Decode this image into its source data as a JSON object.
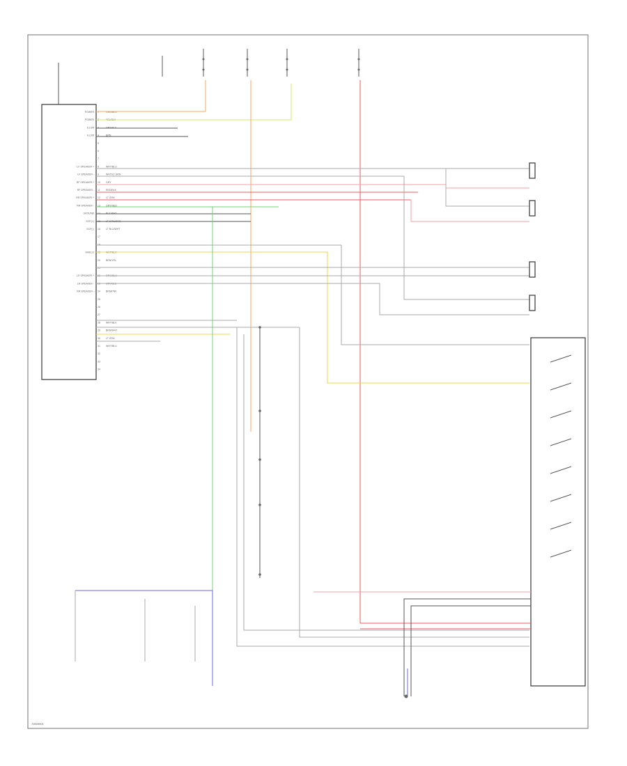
{
  "diagram": {
    "figure_id": "70009901",
    "colors": {
      "red": "#f05a5a",
      "pink": "#f4a0a8",
      "orange": "#f4a860",
      "yellow": "#e8d84a",
      "yellow_green": "#cde86a",
      "green": "#74d474",
      "blue": "#6a6ae8",
      "gray": "#a8a8a8",
      "black": "#555555"
    },
    "radio_pins": [
      "POWER",
      "POWER",
      "ILLUM",
      "ILLUM",
      "",
      "",
      "",
      "LF SPEAKER +",
      "LF SPEAKER -",
      "RF SPEAKER +",
      "RF SPEAKER -",
      "RR SPEAKER +",
      "RR SPEAKER -",
      "GROUND",
      "SCP(+)",
      "SCP(-)",
      "",
      "",
      "SHIELD",
      "",
      "",
      "LR SPEAKER +",
      "LR SPEAKER -",
      "RR SPEAKER -",
      "",
      "",
      "",
      "",
      "",
      "",
      "",
      "",
      "",
      "",
      "",
      ""
    ],
    "radio_pin_numbers": [
      "1",
      "2",
      "3",
      "4",
      "5",
      "6",
      "7",
      "8",
      "9",
      "10",
      "11",
      "12",
      "13",
      "14",
      "15",
      "16",
      "17",
      "18",
      "19",
      "20",
      "21",
      "22",
      "23",
      "24",
      "25",
      "26",
      "27",
      "28",
      "29",
      "30",
      "31",
      "32",
      "33",
      "34"
    ],
    "radio_wire_colors": [
      "ORG/BLU",
      "YEL/BLK",
      "GRY/BLU",
      "BRN",
      "",
      "",
      "",
      "WHT/BLU",
      "WHT/LT GRN",
      "GRY",
      "RED/BLK",
      "LT GRN",
      "GRY/RED",
      "BLK/WHT",
      "LT GRN/ORG",
      "LT BLU/WHT",
      "",
      "",
      "WHT/BLK",
      "BRN/YEL",
      "",
      "ORG/BLU",
      "GRY/BLU",
      "BRN/PNK",
      "",
      "",
      "",
      "WHT/BLK",
      "BRN/WHT",
      "LT GRN",
      "WHT/BLU",
      "",
      "",
      ""
    ],
    "labels": {}
  }
}
